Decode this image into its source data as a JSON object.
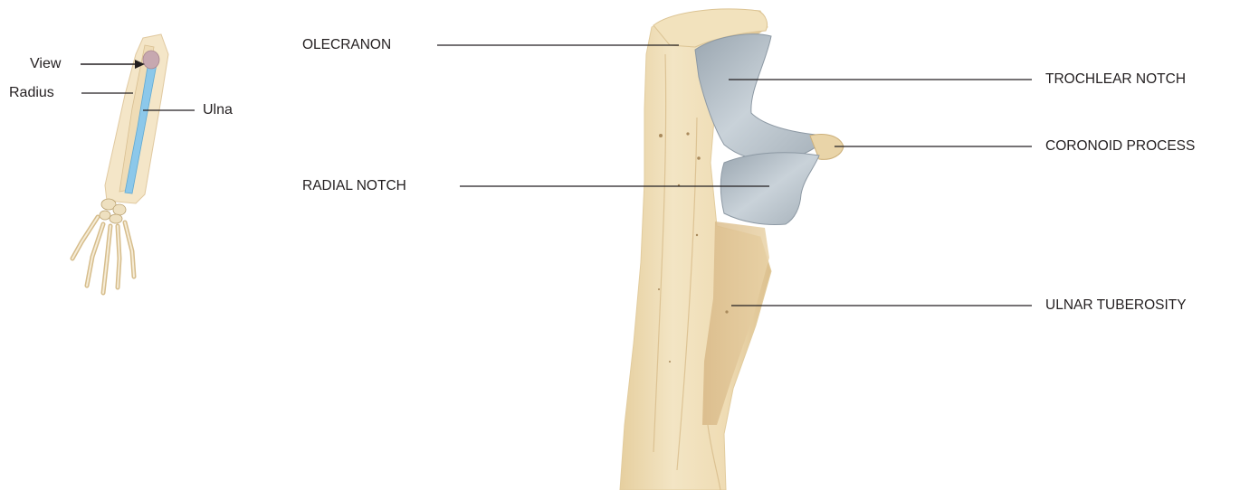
{
  "inset": {
    "labels": {
      "view": "View",
      "radius": "Radius",
      "ulna": "Ulna"
    }
  },
  "main": {
    "labels": {
      "olecranon": "OLECRANON",
      "trochlear_notch": "TROCHLEAR NOTCH",
      "coronoid_process": "CORONOID PROCESS",
      "radial_notch": "RADIAL NOTCH",
      "ulnar_tuberosity": "ULNAR TUBEROSITY"
    }
  },
  "colors": {
    "bone": "#f1e2bf",
    "bone_shadow": "#d9bf8c",
    "cartilage": "#b8c3cc",
    "ulna_highlight": "#7fc2e6",
    "line": "#231f20"
  }
}
